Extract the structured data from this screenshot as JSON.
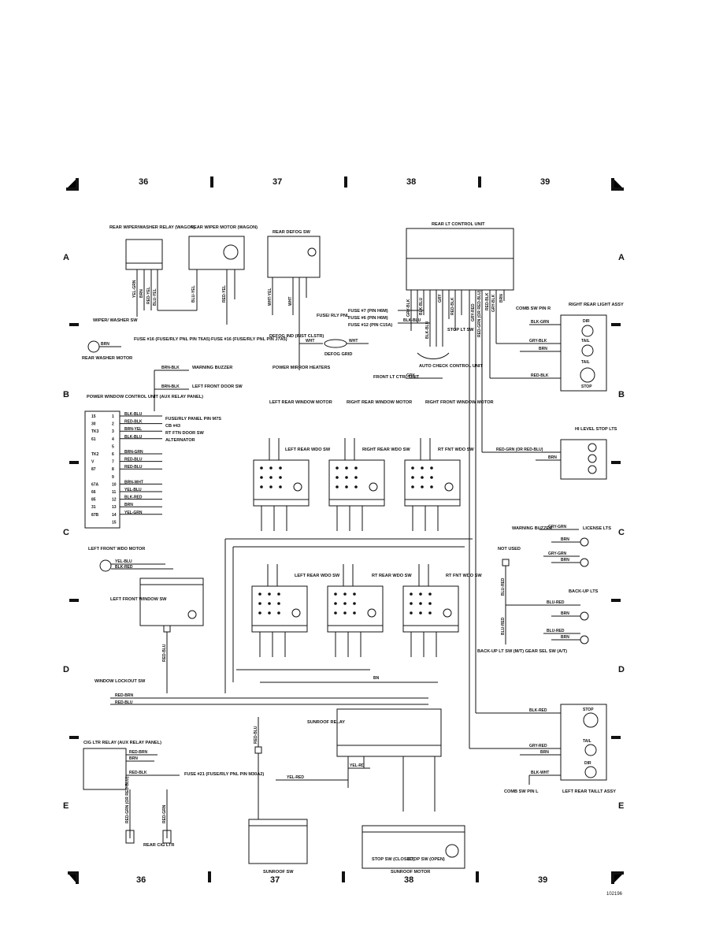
{
  "grid": {
    "top": [
      "36",
      "37",
      "38",
      "39"
    ],
    "bottom": [
      "36",
      "37",
      "38",
      "39"
    ],
    "rows_left": [
      "A",
      "B",
      "C",
      "D",
      "E"
    ],
    "rows_right": [
      "A",
      "B",
      "C",
      "D",
      "E"
    ]
  },
  "figure_id": "102196",
  "components": {
    "rear_wiper_relay": "REAR WIPER/WASHER RELAY (WAGON)",
    "rear_wiper_motor": "REAR WIPER MOTOR (WAGON)",
    "rear_defog_sw": "REAR DEFOG SW",
    "rear_lt_control_unit": "REAR LT CONTROL UNIT",
    "wiper_washer_sw": "WIPER/ WASHER SW",
    "rear_washer_motor": "REAR WASHER MOTOR",
    "fuse16_a": "FUSE #16 (FUSE/RLY PNL PIN T6A5)",
    "fuse16_b": "FUSE #16 (FUSE/RLY PNL PIN J7A5)",
    "defog_ind": "DEFOG IND (INST CLSTR)",
    "defog_grid": "DEFOG GRID",
    "power_mirror_heaters": "POWER MIRROR HEATERS",
    "fuse_rly_pnl": "FUSE/ RLY PNL",
    "fuse7": "FUSE #7 (PIN H6M)",
    "fuse6": "FUSE #6 (PIN H6M)",
    "fuse12": "FUSE #12 (PIN C15A)",
    "stop_lt_sw": "STOP LT SW",
    "auto_check": "AUTO CHECK CONTROL UNIT",
    "front_lt_ctrl": "FRONT LT CTRL UNIT",
    "comb_sw_pin_r": "COMB SW PIN R",
    "right_rear_light_assy": "RIGHT REAR LIGHT ASSY",
    "warning_buzzer": "WARNING BUZZER",
    "left_front_door_sw": "LEFT FRONT DOOR SW",
    "pwr_window_ctrl": "POWER WINDOW CONTROL UNIT (AUX RELAY PANEL)",
    "fuse_rly_m7s": "FUSE/RLY PANEL PIN M7S",
    "cb43": "CB #43",
    "rt_ftn_door_sw": "RT FTN DOOR SW",
    "alternator": "ALTERNATOR",
    "left_rear_window_motor": "LEFT REAR WINDOW MOTOR",
    "right_rear_window_motor": "RIGHT REAR WINDOW MOTOR",
    "right_front_window_motor": "RIGHT FRONT WINDOW MOTOR",
    "left_rear_wdo_sw": "LEFT REAR WDO SW",
    "right_rear_wdo_sw": "RIGHT REAR WDO SW",
    "rt_fnt_wdo_sw": "RT FNT WDO SW",
    "hi_level_stop": "HI LEVEL STOP LTS",
    "left_front_wdo_motor": "LEFT FRONT WDO MOTOR",
    "left_front_window_sw": "LEFT FRONT WINDOW SW",
    "left_rear_wdo_sw2": "LEFT REAR WDO SW",
    "rt_rear_wdo_sw2": "RT REAR WDO SW",
    "rt_fnt_wdo_sw2": "RT FNT WDO SW",
    "license_lts": "LICENSE LTS",
    "not_used": "NOT USED",
    "back_up_lts": "BACK-UP LTS",
    "back_up_sw": "BACK-UP LT SW (M/T) GEAR SEL SW (A/T)",
    "window_lockout": "WINDOW LOCKOUT SW",
    "sunroof_relay": "SUNROOF RELAY",
    "cig_ltr_relay": "CIG LTR RELAY (AUX RELAY PANEL)",
    "fuse21": "FUSE #21 (FUSE/RLY PNL PIN M30A2)",
    "rear_cig_ltr": "REAR CIG LTR",
    "sunroof_sw": "SUNROOF SW",
    "stop_sw_closed": "STOP SW (CLOSED)",
    "stop_sw_open": "STOP SW (OPEN)",
    "sunroof_motor": "SUNROOF MOTOR",
    "comb_sw_pin_l": "COMB SW PIN L",
    "left_rear_taillt": "LEFT REAR TAILLT ASSY"
  },
  "lamp_labels": {
    "dir": "DIR",
    "tail": "TAIL",
    "stop": "STOP"
  },
  "pwr_pins": {
    "numbers": [
      "15",
      "30",
      "TK3",
      "61",
      "",
      "TK2",
      "V",
      "87",
      "",
      "67A",
      "66",
      "85",
      "31",
      "87B"
    ],
    "pins": [
      "1",
      "2",
      "3",
      "4",
      "5",
      "6",
      "7",
      "8",
      "9",
      "10",
      "11",
      "12",
      "13",
      "14",
      "15"
    ],
    "wires": [
      "BLK-BLU",
      "RED-BLK",
      "BRN-YEL",
      "BLK-BLU",
      "",
      "BRN-GRN",
      "RED-BLU",
      "RED-BLU",
      "",
      "BRN-WHT",
      "YEL-BLU",
      "BLK-RED",
      "BRN",
      "YEL-GRN"
    ]
  },
  "wires": {
    "brn_blk_1": "BRN-BLK",
    "brn_blk_2": "BRN-BLK",
    "gry_blk": "GRY-BLK",
    "blk_grn": "BLK-GRN",
    "brn": "BRN",
    "red_blk": "RED-BLK",
    "red_grn_or": "RED-GRN (OR RED-BLU)",
    "gry_grn": "GRY-GRN",
    "blu_red": "BLU-RED",
    "blk_red": "BLK-RED",
    "gry_red": "GRY-RED",
    "blk_wht": "BLK-WHT",
    "wht": "WHT",
    "gry": "GRY",
    "blk_blu": "BLK-BLU",
    "yel_blu": "YEL-BLU",
    "blk_red2": "BLK-RED",
    "red_brn": "RED-BRN",
    "red_blu": "RED-BLU",
    "yel_red": "YEL-RED",
    "yel_rd": "YEL-RD",
    "bn": "BN",
    "yel_grn": "YEL-GRN",
    "red_blk2": "RED-BLK",
    "blu_yel": "BLU-YEL",
    "red_yel": "RED-YEL",
    "wht_yel": "WHT-YEL"
  }
}
